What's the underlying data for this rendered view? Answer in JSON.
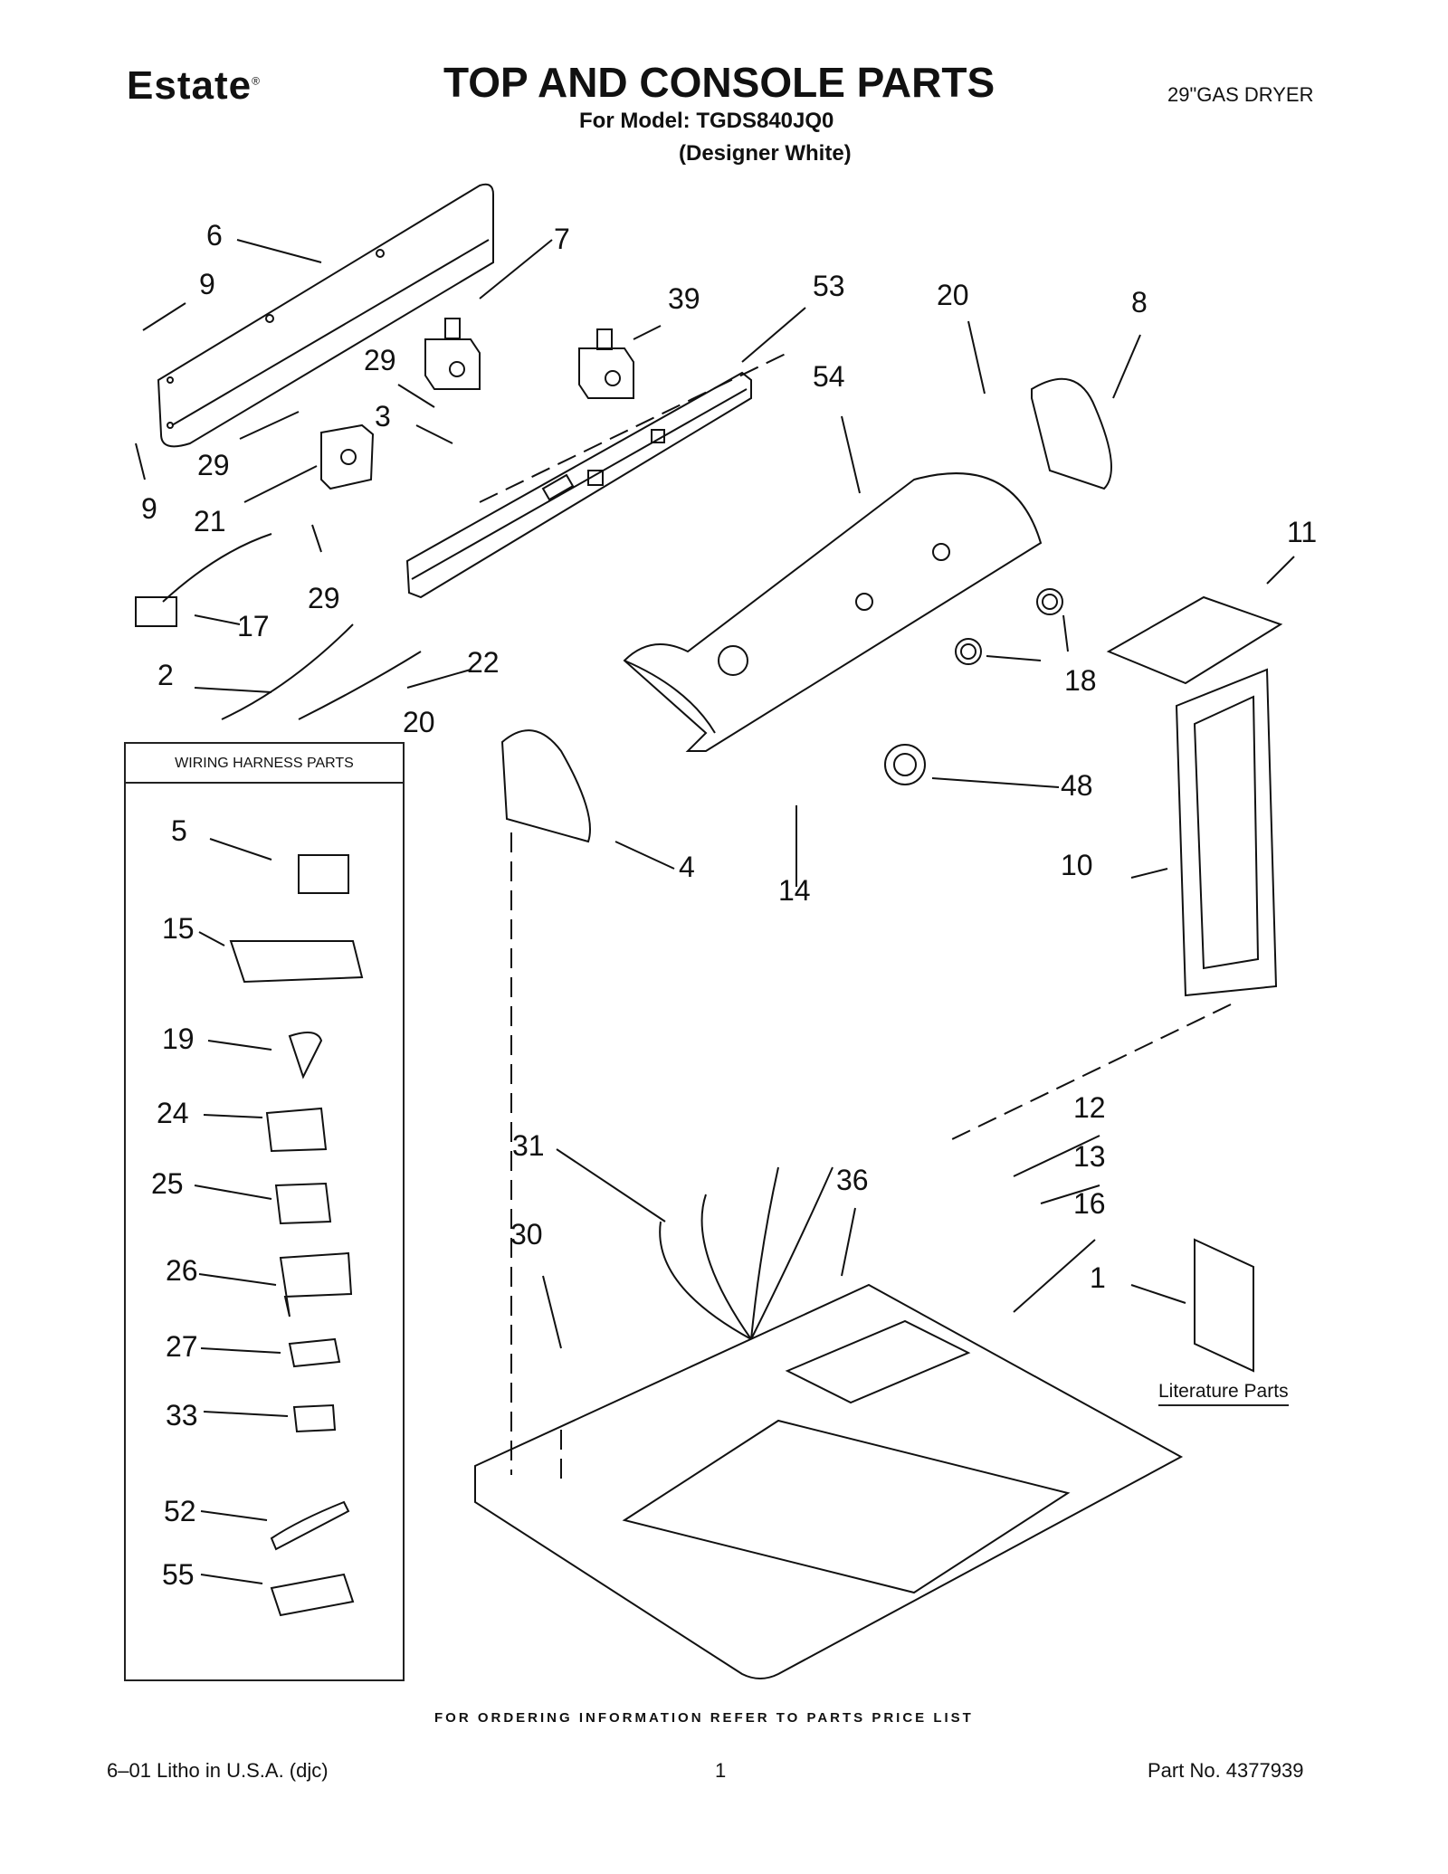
{
  "header": {
    "brand": "Estate",
    "brand_mark": "®",
    "title": "TOP AND CONSOLE PARTS",
    "model_line": "For Model: TGDS840JQ0",
    "color_line": "(Designer White)",
    "product": "29\"GAS DRYER"
  },
  "callouts": {
    "c6": "6",
    "c7": "7",
    "c9a": "9",
    "c39": "39",
    "c53": "53",
    "c20a": "20",
    "c8": "8",
    "c29a": "29",
    "c3": "3",
    "c54": "54",
    "c29b": "29",
    "c9b": "9",
    "c21": "21",
    "c11": "11",
    "c29c": "29",
    "c17": "17",
    "c18": "18",
    "c2": "2",
    "c22": "22",
    "c20b": "20",
    "c48": "48",
    "c4": "4",
    "c14": "14",
    "c10": "10",
    "c12": "12",
    "c13": "13",
    "c31": "31",
    "c36": "36",
    "c16": "16",
    "c30": "30",
    "c1": "1"
  },
  "harness": {
    "title": "WIRING HARNESS PARTS",
    "items": [
      "5",
      "15",
      "19",
      "24",
      "25",
      "26",
      "27",
      "33",
      "52",
      "55"
    ]
  },
  "literature_label": "Literature Parts",
  "footer": {
    "ordering": "FOR ORDERING INFORMATION REFER TO PARTS PRICE LIST",
    "litho": "6–01 Litho in U.S.A. (djc)",
    "page": "1",
    "part_no": "Part No. 4377939"
  }
}
